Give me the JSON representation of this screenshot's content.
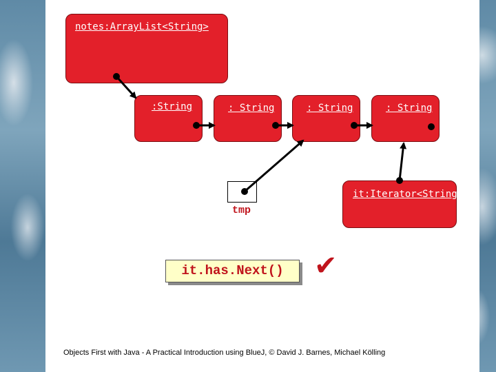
{
  "objects": {
    "list": {
      "label": "notes:ArrayList<String>"
    },
    "string1": {
      "label": ":String"
    },
    "string2": {
      "label": ": String"
    },
    "string3": {
      "label": ": String"
    },
    "string4": {
      "label": ": String"
    },
    "iterator": {
      "label": "it:Iterator<String>"
    }
  },
  "variable": {
    "name": "tmp"
  },
  "code": {
    "expression": "it.has.Next()"
  },
  "check_mark": "✔",
  "footer": "Objects First with Java - A Practical Introduction using BlueJ, © David J. Barnes, Michael Kölling",
  "colors": {
    "object_fill": "#e3202a",
    "code_text": "#c0141c",
    "code_background": "#ffffc8"
  }
}
